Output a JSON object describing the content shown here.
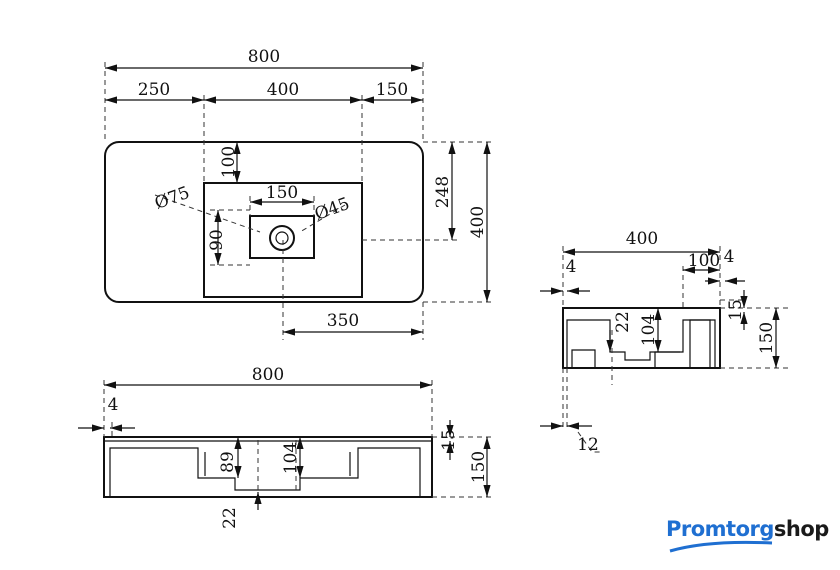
{
  "top_view": {
    "overall_width": "800",
    "left_offset": "250",
    "basin_width": "400",
    "right_offset": "150",
    "top_depth": "100",
    "drain_depth": "248",
    "overall_depth": "400",
    "right_span": "350",
    "drain_spacing_v": "90",
    "drain_spacing_h": "150",
    "overflow_diameter": "Ø75",
    "drain_diameter": "Ø45"
  },
  "front_view": {
    "overall_width": "800",
    "wall": "4",
    "rim": "15",
    "height": "150",
    "inner_depth_1": "89",
    "inner_depth_2": "104",
    "drain_offset": "22"
  },
  "side_view": {
    "overall_depth": "400",
    "ledge": "100",
    "wall_right": "4",
    "wall_left": "4",
    "rim": "15",
    "height": "150",
    "inner_depth": "104",
    "drain_offset": "22",
    "base_wall": "12"
  },
  "brand": {
    "part1": "Promtorg",
    "part2": "shop",
    "color": "#1f6fd1"
  }
}
